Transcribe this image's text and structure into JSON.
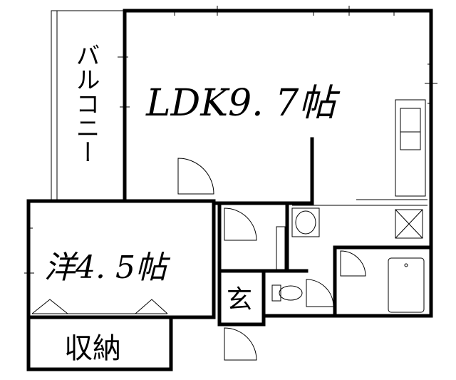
{
  "rooms": {
    "balcony": "バルコニー",
    "ldk": "LDK9. 7帖",
    "western_room": "洋4. 5帖",
    "storage": "収納",
    "entrance": "玄"
  }
}
